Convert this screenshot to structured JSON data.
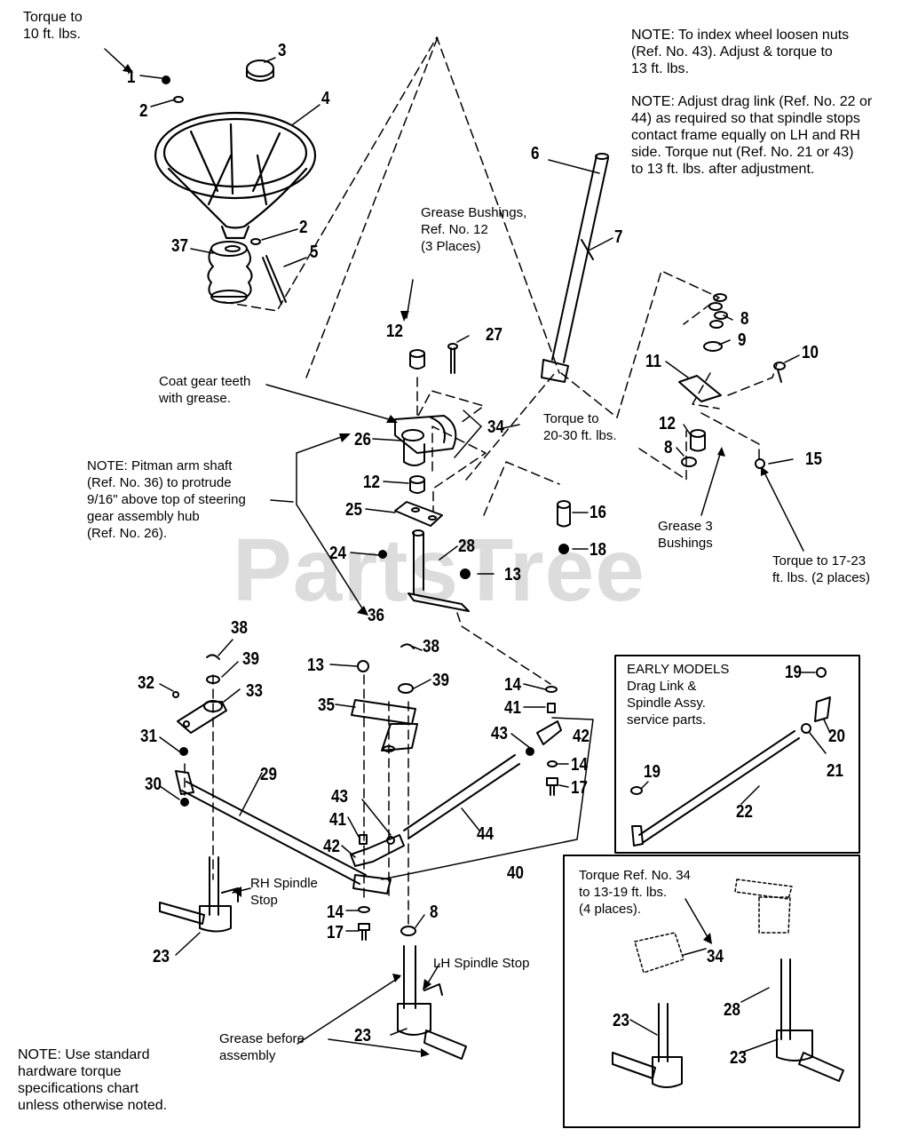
{
  "watermark": "PartsTree",
  "notes": {
    "torque_top_left": "Torque to\n10 ft. lbs.",
    "index_wheel": "NOTE: To index wheel loosen nuts\n(Ref. No. 43). Adjust & torque to\n13 ft. lbs.",
    "drag_link": "NOTE: Adjust drag link (Ref. No. 22 or\n44) as required so that spindle stops\ncontact frame equally on LH and RH\nside. Torque nut (Ref. No. 21 or 43)\nto 13 ft. lbs. after adjustment.",
    "grease_bushings": "Grease Bushings,\nRef. No. 12\n(3 Places)",
    "coat_gear": "Coat gear teeth\nwith grease.",
    "torque_20_30": "Torque to\n20-30 ft. lbs.",
    "pitman": "NOTE: Pitman arm shaft\n(Ref. No. 36) to protrude\n9/16\" above top of steering\ngear assembly hub\n(Ref. No. 26).",
    "grease_3": "Grease 3\nBushings",
    "torque_17_23": "Torque to 17-23\nft. lbs. (2 places)",
    "early_models": "EARLY MODELS\nDrag Link &\nSpindle Assy.\nservice parts.",
    "torque_ref34": "Torque Ref. No. 34\nto 13-19 ft. lbs.\n(4 places).",
    "rh_spindle": "RH Spindle\nStop",
    "lh_spindle": "LH Spindle Stop",
    "grease_before": "Grease before\nassembly",
    "standard_hw": "NOTE:  Use standard\nhardware torque\nspecifications chart\nunless otherwise noted."
  },
  "refs": [
    "1",
    "2",
    "3",
    "4",
    "2",
    "5",
    "37",
    "6",
    "7",
    "8",
    "9",
    "10",
    "11",
    "12",
    "27",
    "34",
    "26",
    "12",
    "25",
    "16",
    "24",
    "28",
    "13",
    "18",
    "36",
    "12",
    "8",
    "15",
    "38",
    "39",
    "32",
    "33",
    "31",
    "30",
    "29",
    "23",
    "13",
    "38",
    "39",
    "35",
    "43",
    "41",
    "42",
    "14",
    "17",
    "8",
    "23",
    "14",
    "41",
    "43",
    "42",
    "14",
    "17",
    "44",
    "40",
    "19",
    "20",
    "21",
    "19",
    "22",
    "34",
    "28",
    "23",
    "23"
  ]
}
